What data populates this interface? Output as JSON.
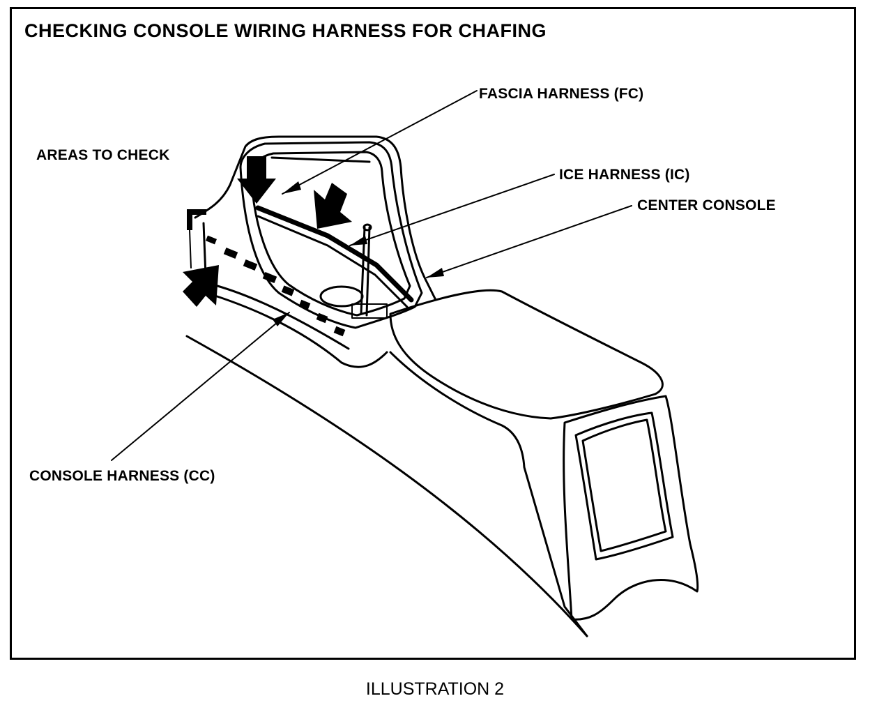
{
  "figure": {
    "title": "CHECKING CONSOLE WIRING HARNESS FOR CHAFING",
    "caption": "ILLUSTRATION 2"
  },
  "labels": {
    "fascia_harness": "FASCIA HARNESS (FC)",
    "areas_to_check": "AREAS TO CHECK",
    "ice_harness": "ICE HARNESS (IC)",
    "center_console": "CENTER CONSOLE",
    "console_harness": "CONSOLE HARNESS (CC)"
  },
  "colors": {
    "ink": "#000000",
    "paper": "#ffffff"
  }
}
